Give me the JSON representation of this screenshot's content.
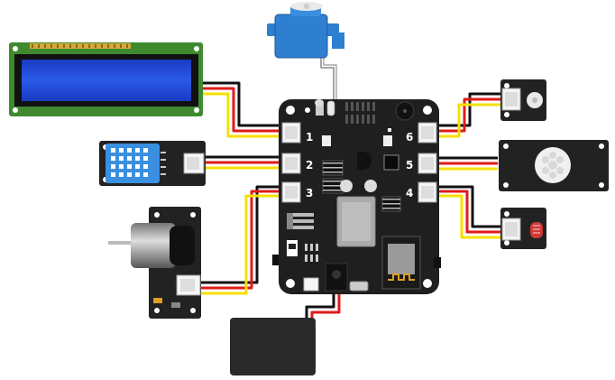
{
  "board": {
    "ports": [
      {
        "label": "1"
      },
      {
        "label": "2"
      },
      {
        "label": "3"
      },
      {
        "label": "6"
      },
      {
        "label": "5"
      },
      {
        "label": "4"
      }
    ]
  },
  "components": {
    "lcd_display": "lcd-display",
    "servo": "servo-motor",
    "temp_humidity": "temperature-humidity-sensor",
    "dc_motor": "dc-motor",
    "led_module": "led-module",
    "pir_sensor": "pir-motion-sensor",
    "light_sensor": "photoresistor-sensor",
    "battery": "battery-pack"
  },
  "colors": {
    "board": "#1f1f1f",
    "lcd_screen": "#1e3fb5",
    "lcd_pcb": "#3f8a2e",
    "servo": "#2f7fd0",
    "dht_body": "#3b8fe0",
    "wire_red": "#e01b1b",
    "wire_black": "#111111",
    "wire_yellow": "#f4e000",
    "connector": "#f2f2f2"
  }
}
